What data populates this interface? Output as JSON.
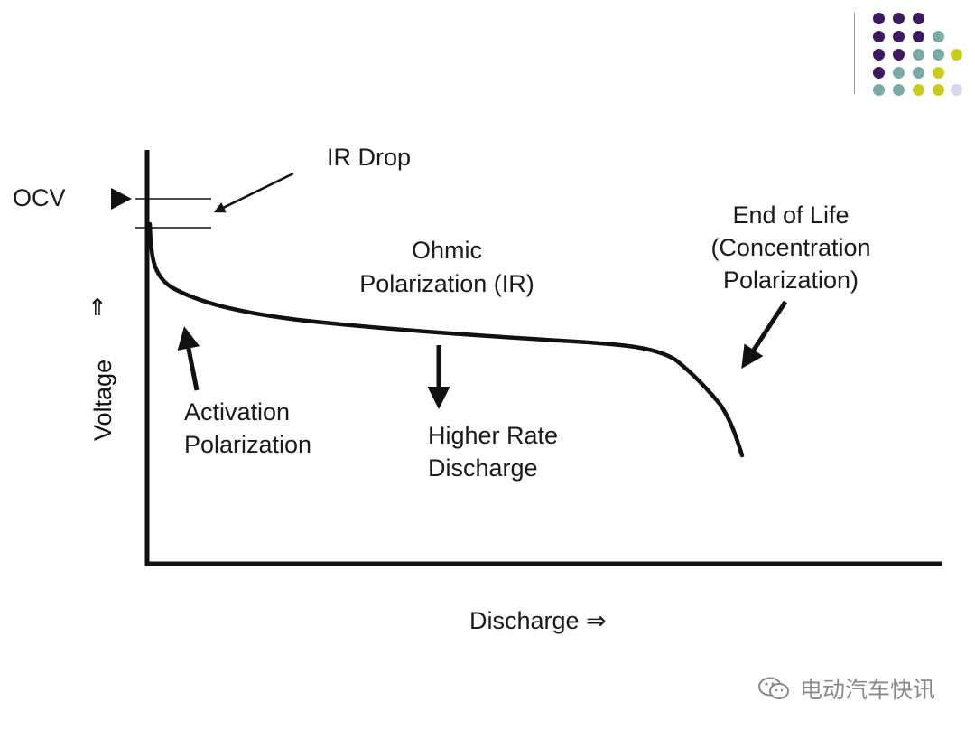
{
  "labels": {
    "ir_drop": "IR Drop",
    "ocv": "OCV",
    "ohmic_line1": "Ohmic",
    "ohmic_line2": "Polarization (IR)",
    "end_line1": "End of Life",
    "end_line2": "(Concentration",
    "end_line3": "Polarization)",
    "activation_line1": "Activation",
    "activation_line2": "Polarization",
    "higher_line1": "Higher Rate",
    "higher_line2": "Discharge",
    "y_axis": "Voltage",
    "y_arrow": "⇑",
    "x_axis": "Discharge ⇒"
  },
  "watermark": {
    "text": "电动汽车快讯",
    "icon": "wechat-icon"
  },
  "colors": {
    "purple": "#3d1a5f",
    "teal": "#7aa9a8",
    "yellow_green": "#c9cc1f",
    "light_lavender": "#d9d6ea",
    "ink": "#111111"
  }
}
